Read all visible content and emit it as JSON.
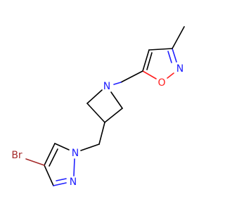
{
  "atoms": {
    "n_azetidine": {
      "text": "N",
      "color": "#2020ff"
    },
    "o_isoxazole": {
      "text": "O",
      "color": "#ff2020"
    },
    "n_isoxazole": {
      "text": "N",
      "color": "#2020ff"
    },
    "n1_pyrazole": {
      "text": "N",
      "color": "#2020ff"
    },
    "n2_pyrazole": {
      "text": "N",
      "color": "#2020ff"
    },
    "br": {
      "text": "Br",
      "color": "#a52a2a"
    }
  }
}
